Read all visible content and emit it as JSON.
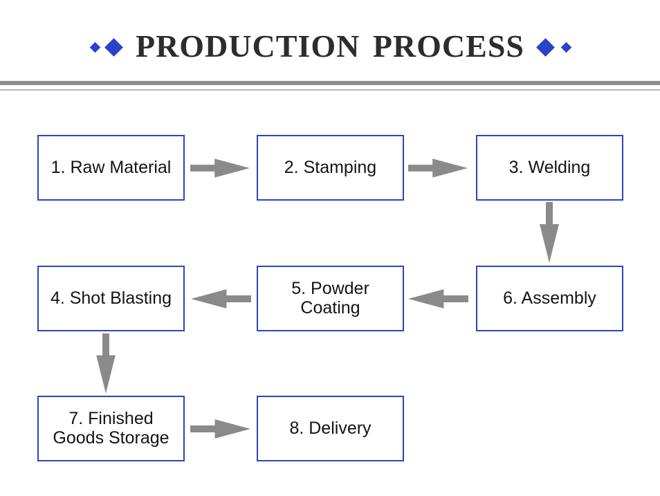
{
  "slide": {
    "title": "PRODUCTION PROCESS",
    "decorations": {
      "left_diamonds": [
        "small",
        "large"
      ],
      "right_diamonds": [
        "large",
        "small"
      ]
    }
  },
  "colors": {
    "background": "#ffffff",
    "title_text": "#2d2d2d",
    "accent_diamond": "#2b42c8",
    "box_border": "#2a44c2",
    "box_fill": "#ffffff",
    "box_text": "#141414",
    "arrow": "#8a8a8a",
    "divider_thick": "#8c8c8c",
    "divider_thin": "#b4b4b4"
  },
  "flowchart": {
    "nodes": [
      {
        "id": "raw-material",
        "label": "1. Raw Material"
      },
      {
        "id": "stamping",
        "label": "2. Stamping"
      },
      {
        "id": "welding",
        "label": "3. Welding"
      },
      {
        "id": "shot-blasting",
        "label": "4. Shot Blasting"
      },
      {
        "id": "powder-coating",
        "label": "5. Powder\nCoating"
      },
      {
        "id": "assembly",
        "label": "6. Assembly"
      },
      {
        "id": "finished-goods-storage",
        "label": "7. Finished\nGoods Storage"
      },
      {
        "id": "delivery",
        "label": "8. Delivery"
      }
    ],
    "edges": [
      {
        "from": "raw-material",
        "to": "stamping",
        "direction": "right"
      },
      {
        "from": "stamping",
        "to": "welding",
        "direction": "right"
      },
      {
        "from": "welding",
        "to": "assembly",
        "direction": "down"
      },
      {
        "from": "assembly",
        "to": "powder-coating",
        "direction": "left"
      },
      {
        "from": "powder-coating",
        "to": "shot-blasting",
        "direction": "left"
      },
      {
        "from": "shot-blasting",
        "to": "finished-goods-storage",
        "direction": "down"
      },
      {
        "from": "finished-goods-storage",
        "to": "delivery",
        "direction": "right"
      }
    ]
  }
}
